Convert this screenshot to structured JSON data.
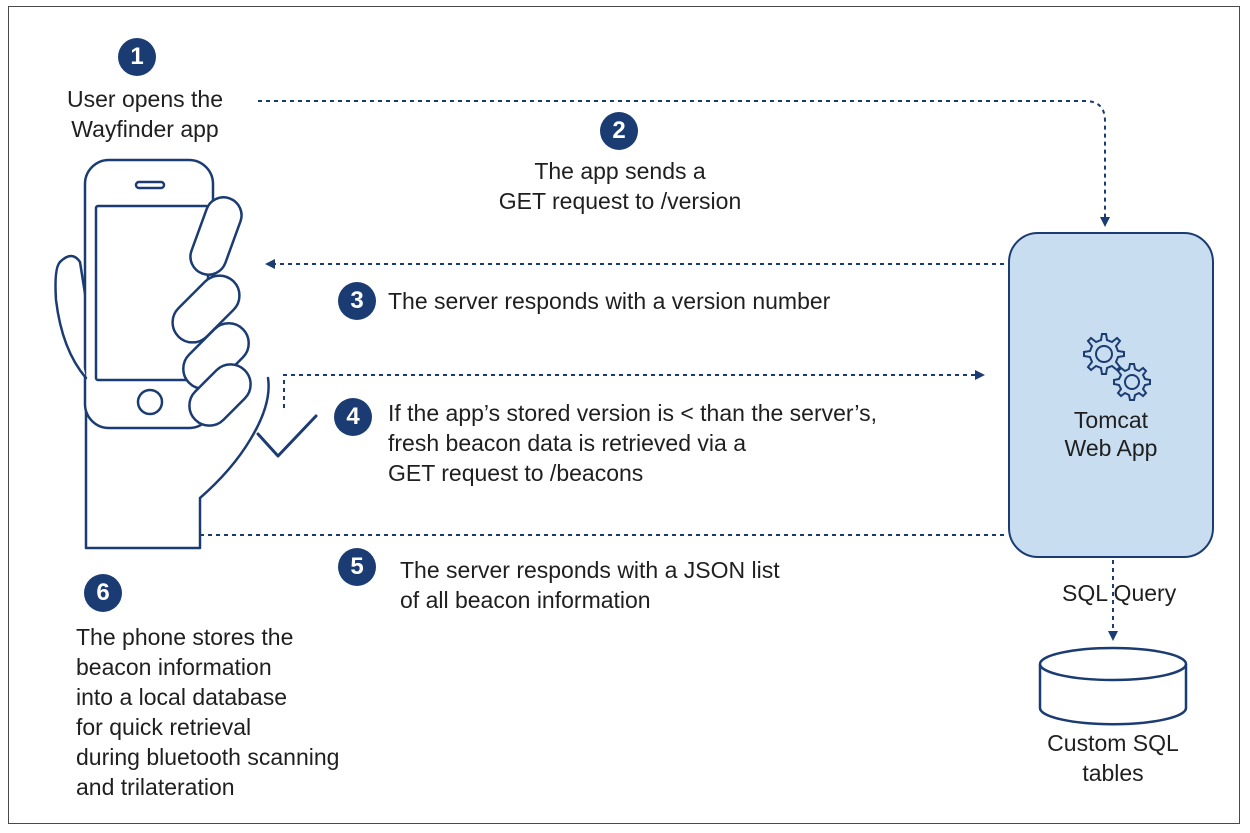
{
  "steps": [
    {
      "num": "1",
      "lines": [
        "User opens the",
        "Wayfinder app"
      ]
    },
    {
      "num": "2",
      "lines": [
        "The app sends a",
        "GET request to /version"
      ]
    },
    {
      "num": "3",
      "lines": [
        "The server responds with a version number"
      ]
    },
    {
      "num": "4",
      "lines": [
        "If the app’s stored version is < than the server’s,",
        "fresh beacon data is retrieved via a",
        "GET request to /beacons"
      ]
    },
    {
      "num": "5",
      "lines": [
        "The server responds with a JSON list",
        "of all beacon information"
      ]
    },
    {
      "num": "6",
      "lines": [
        "The phone stores the",
        "beacon information",
        "into a local database",
        "for quick retrieval",
        "during bluetooth scanning",
        "and trilateration"
      ]
    }
  ],
  "server": {
    "lines": [
      "Tomcat",
      "Web App"
    ]
  },
  "database": {
    "query_label": "SQL Query",
    "lines": [
      "Custom SQL",
      "tables"
    ]
  },
  "icons": [
    "phone-in-hand-icon",
    "checkmark-icon",
    "gears-icon",
    "database-icon"
  ],
  "colors": {
    "badge": "#1b3c73",
    "server_fill": "#c9ddf0",
    "line": "#1b3c73"
  }
}
